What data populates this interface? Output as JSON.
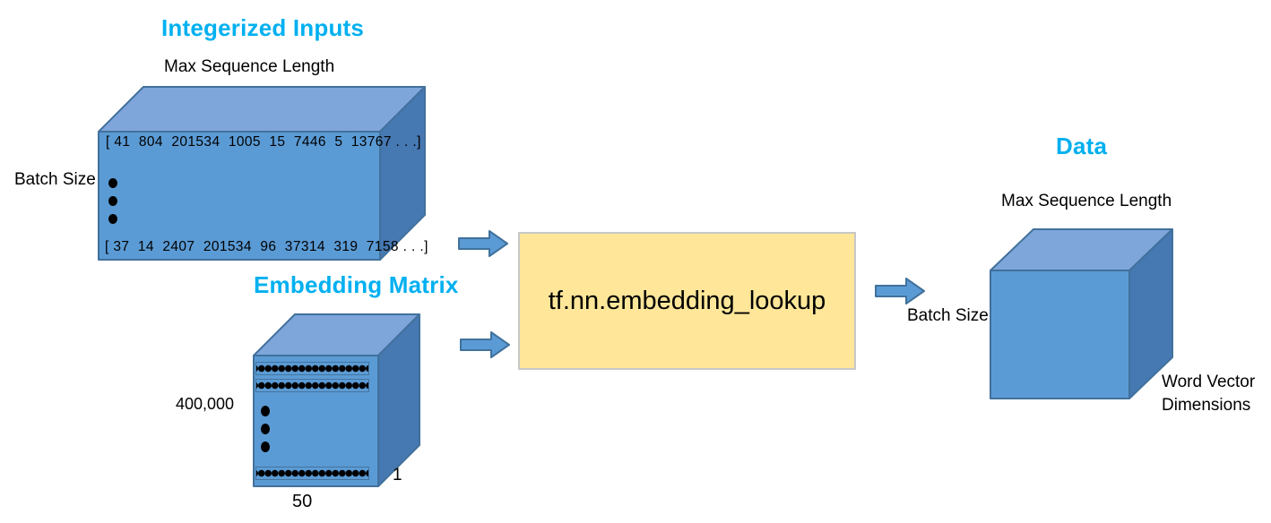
{
  "colors": {
    "heading": "#00B0F0",
    "cube_front": "#5B9BD5",
    "cube_top": "#7EA6DB",
    "cube_side": "#4678B2",
    "cube_border": "#41719C",
    "arrow_fill": "#5B9BD5",
    "arrow_border": "#41719C",
    "lookup_fill": "#FFE699",
    "lookup_border": "#C8C8C8",
    "label_text": "#000000"
  },
  "integerized_inputs": {
    "title": "Integerized Inputs",
    "top_label": "Max Sequence Length",
    "left_label": "Batch Size",
    "first_row": "[ 41  804  201534  1005  15  7446  5  13767 . . .]",
    "last_row": "[ 37  14  2407  201534  96  37314  319  7158 . . .]"
  },
  "embedding_matrix": {
    "title": "Embedding Matrix",
    "rows_label": "400,000",
    "cols_label": "50",
    "depth_label": "1"
  },
  "lookup_op": {
    "label": "tf.nn.embedding_lookup"
  },
  "output_data": {
    "title": "Data",
    "top_label": "Max Sequence Length",
    "left_label": "Batch Size",
    "depth_label_line1": "Word Vector",
    "depth_label_line2": "Dimensions"
  }
}
